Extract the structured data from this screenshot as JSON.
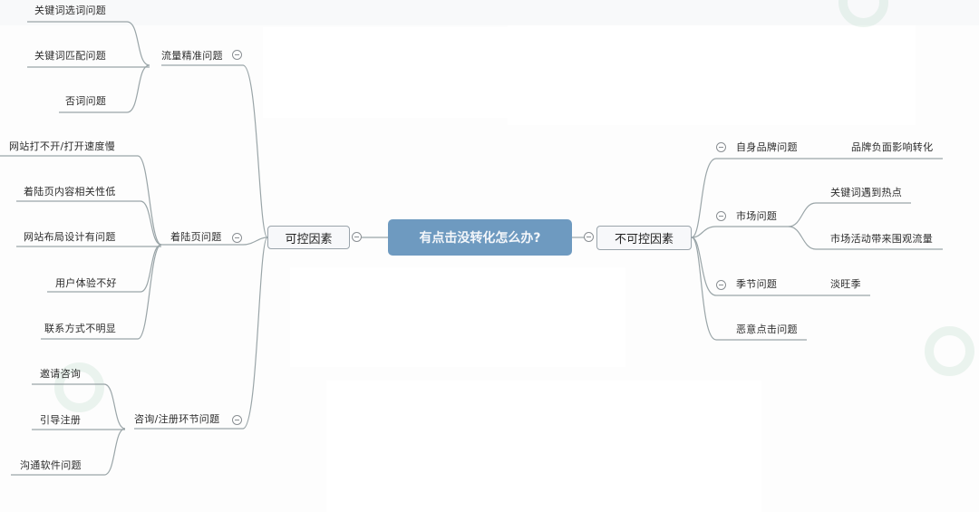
{
  "mindmap": {
    "root": {
      "label": "有点击没转化怎么办?",
      "color": "#6e9ac0"
    },
    "left": {
      "label": "可控因素",
      "branches": [
        {
          "label": "流量精准问题",
          "children": [
            "关键词选词问题",
            "关键词匹配问题",
            "否词问题"
          ]
        },
        {
          "label": "着陆页问题",
          "children": [
            "网站打不开/打开速度慢",
            "着陆页内容相关性低",
            "网站布局设计有问题",
            "用户体验不好",
            "联系方式不明显"
          ]
        },
        {
          "label": "咨询/注册环节问题",
          "children": [
            "邀请咨询",
            "引导注册",
            "沟通软件问题"
          ]
        }
      ]
    },
    "right": {
      "label": "不可控因素",
      "branches": [
        {
          "label": "自身品牌问题",
          "children": [
            "品牌负面影响转化"
          ]
        },
        {
          "label": "市场问题",
          "children": [
            "关键词遇到热点",
            "市场活动带来围观流量"
          ]
        },
        {
          "label": "季节问题",
          "children": [
            "淡旺季"
          ]
        },
        {
          "label": "恶意点击问题",
          "children": []
        }
      ]
    },
    "colors": {
      "edge": "#9aa5a8",
      "background": "#f8f9fa",
      "node_border": "#9aa4ab"
    }
  }
}
